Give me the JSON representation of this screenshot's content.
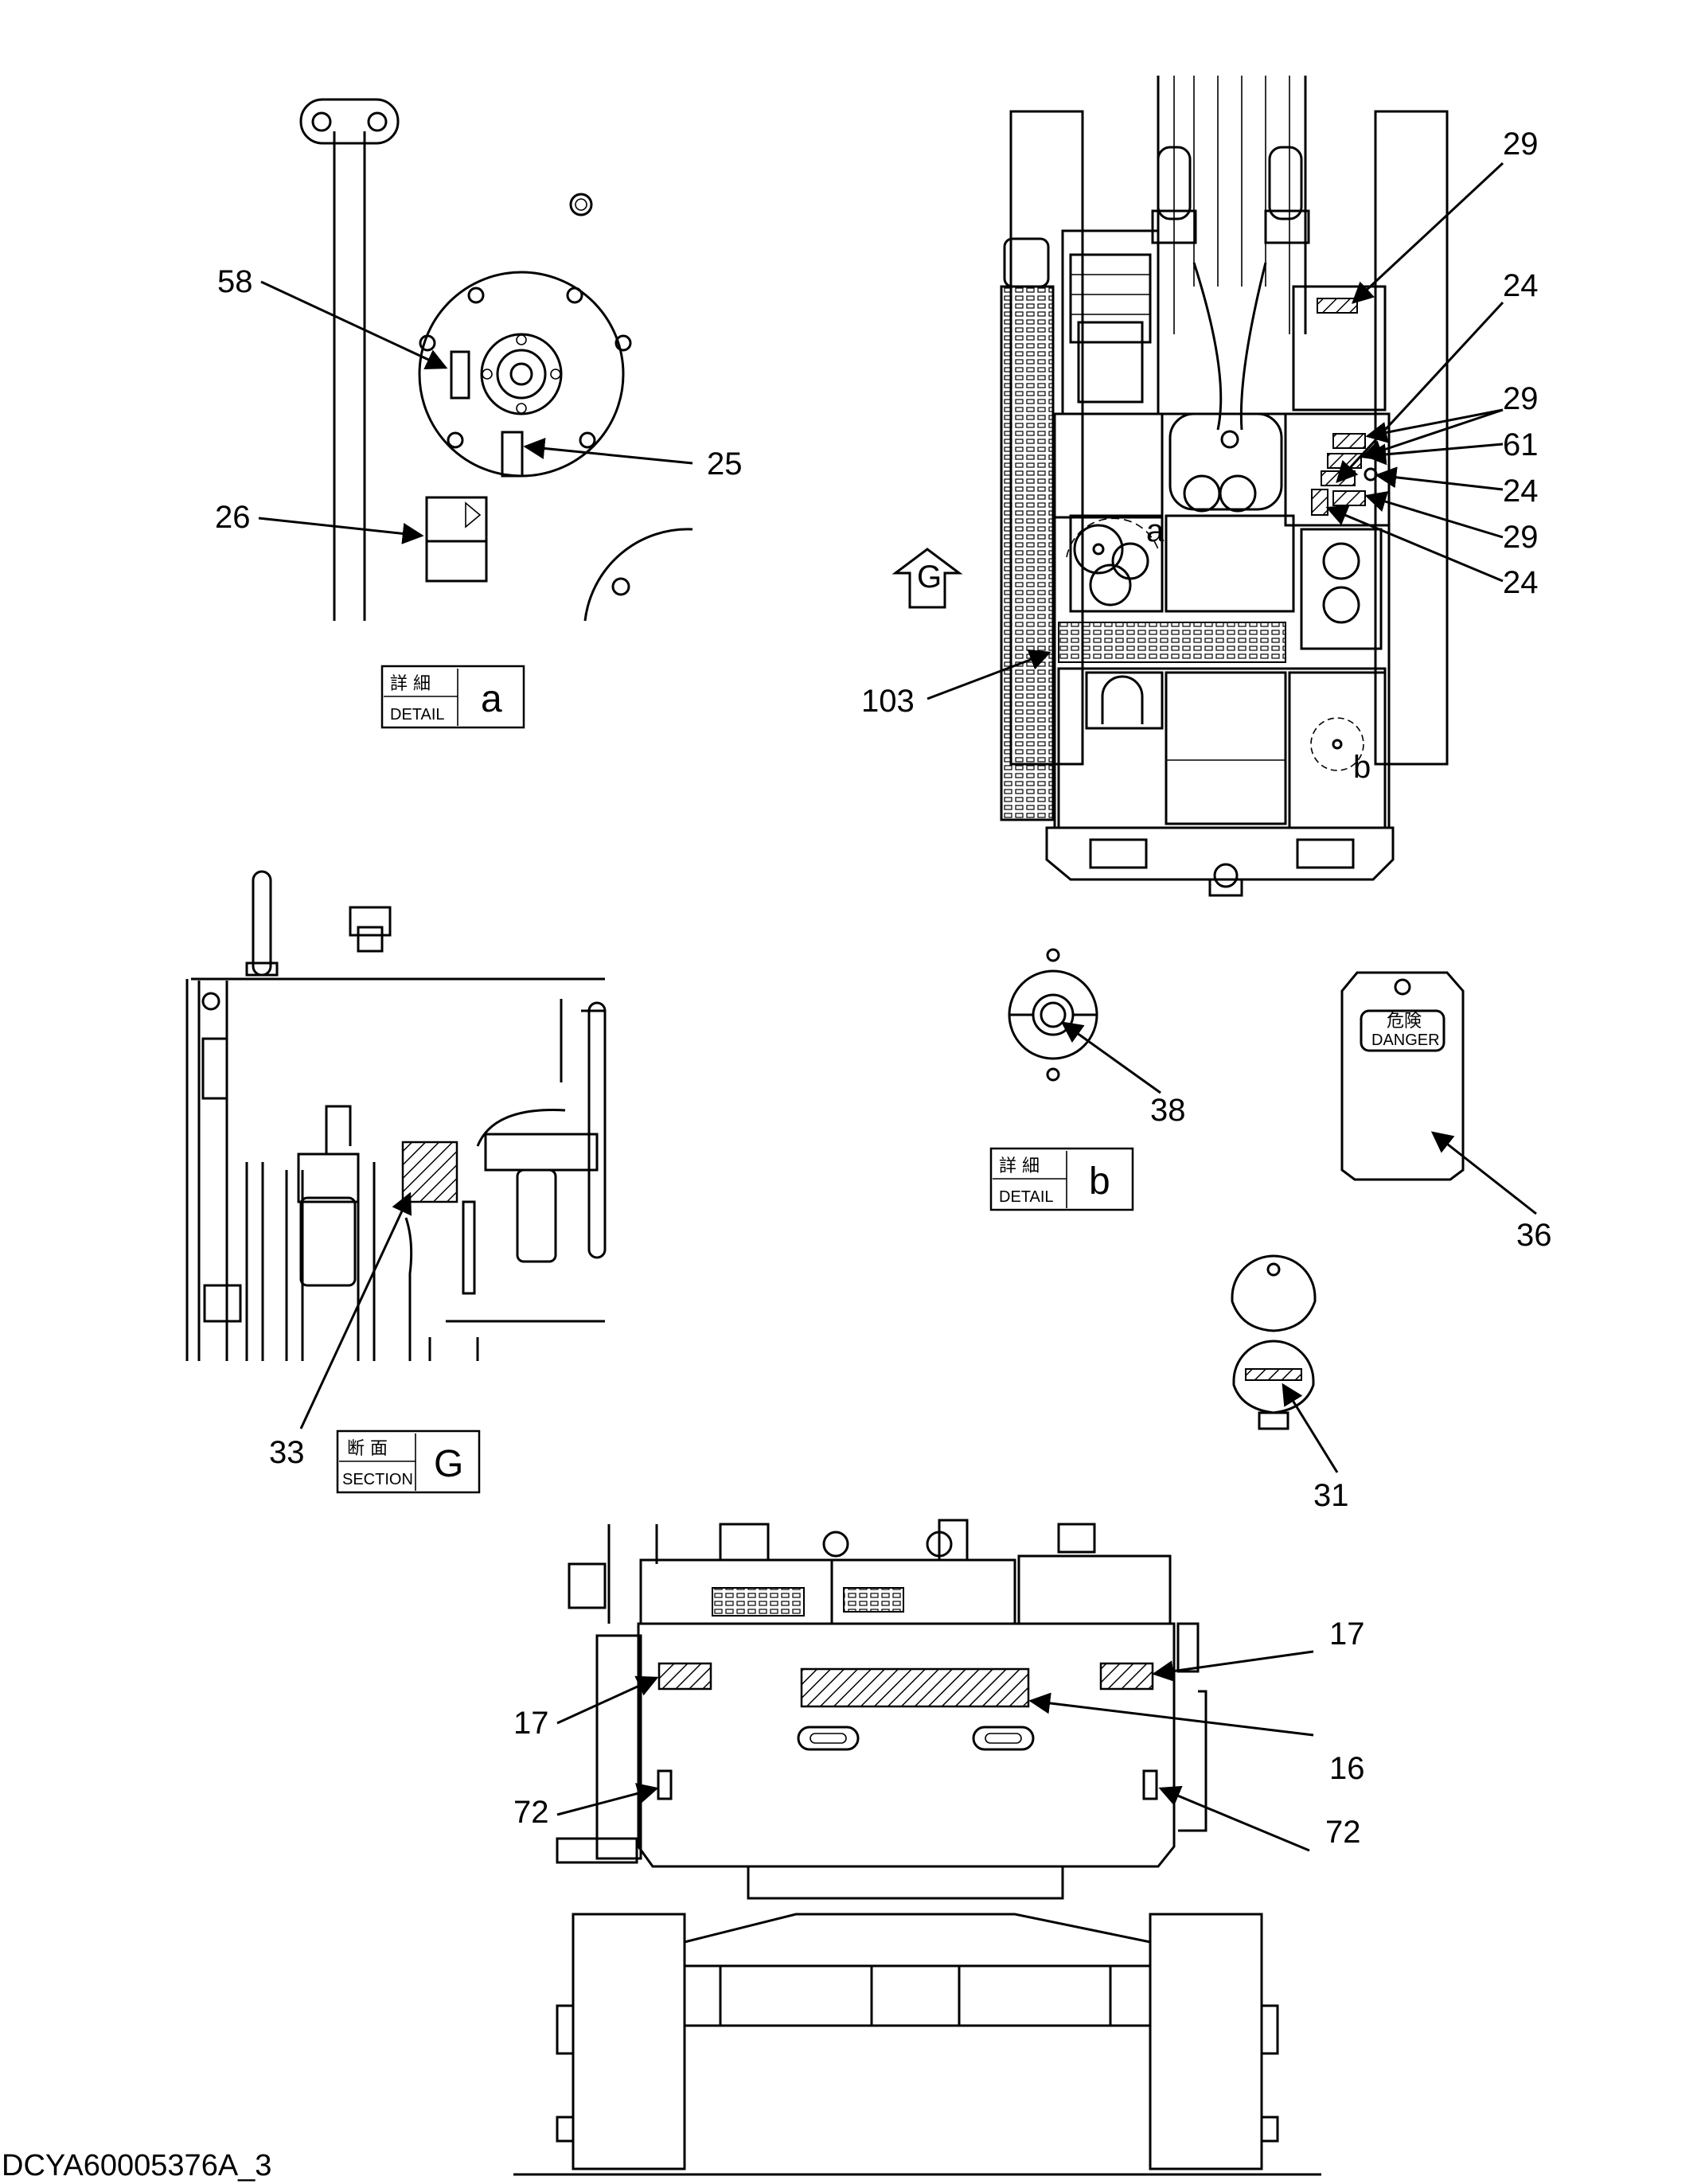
{
  "drawing_code": "DCYA60005376A_3",
  "part_callouts": {
    "p58": "58",
    "p25": "25",
    "p26": "26",
    "p29a": "29",
    "p24a": "24",
    "p29b": "29",
    "p61": "61",
    "p24b": "24",
    "p29c": "29",
    "p24c": "24",
    "p103": "103",
    "p38": "38",
    "p36": "36",
    "p31": "31",
    "p33": "33",
    "p17l": "17",
    "p17r": "17",
    "p16": "16",
    "p72l": "72",
    "p72r": "72"
  },
  "views": {
    "detail_a": {
      "jp": "詳 細",
      "caption": "DETAIL",
      "letter": "a"
    },
    "detail_b": {
      "jp": "詳 細",
      "caption": "DETAIL",
      "letter": "b"
    },
    "section_g": {
      "jp": "断 面",
      "caption": "SECTION",
      "letter": "G"
    }
  },
  "view_markers": {
    "arrow_g": "G",
    "mark_a": "a",
    "mark_b": "b"
  },
  "tag_text": {
    "jp": "危険",
    "en": "DANGER"
  }
}
